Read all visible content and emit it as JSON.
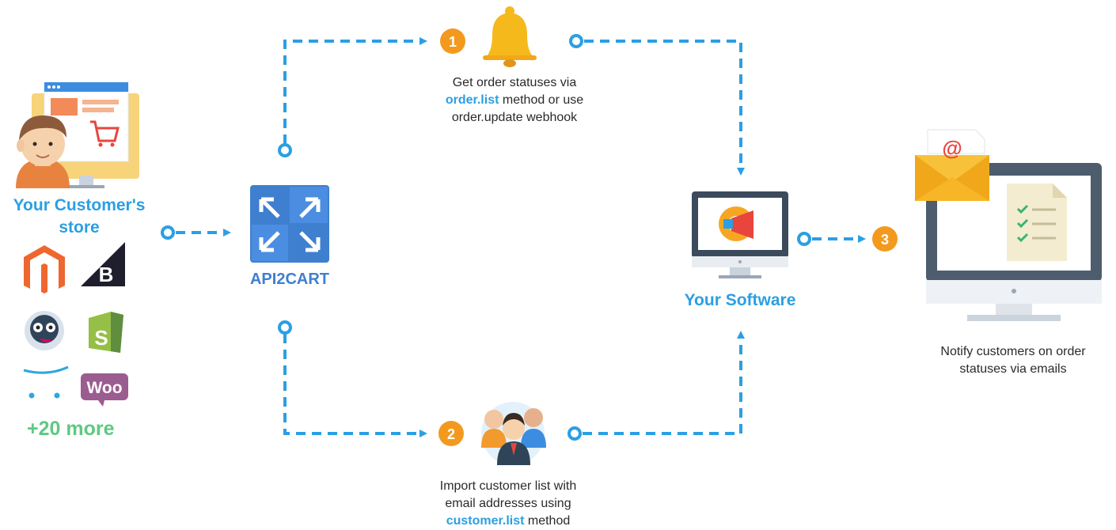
{
  "store": {
    "title_line1": "Your Customer's",
    "title_line2": "store",
    "more": "+20 more",
    "platform_icons": [
      "magento-icon",
      "bigcommerce-icon",
      "prestashop-icon",
      "shopify-icon",
      "opencart-icon",
      "woocommerce-icon"
    ],
    "woo_text": "Woo"
  },
  "api2cart": {
    "label": "API2CART"
  },
  "software": {
    "label": "Your Software"
  },
  "steps": [
    {
      "number": "1",
      "line1": "Get order statuses via",
      "line2_highlight": "order.list",
      "line2_rest": " method or use",
      "line3": "order.update webhook"
    },
    {
      "number": "2",
      "line1": "Import customer list with",
      "line2": "email addresses using",
      "line3_highlight": "customer.list",
      "line3_rest": " method"
    },
    {
      "number": "3",
      "line1": "Notify customers on order",
      "line2": "statuses via emails"
    }
  ],
  "email_icon_symbol": "@",
  "colors": {
    "accent_blue": "#2b9fe3",
    "step_orange": "#f39a1e",
    "green": "#5ec982",
    "api2cart_blue": "#3f7fcf"
  }
}
